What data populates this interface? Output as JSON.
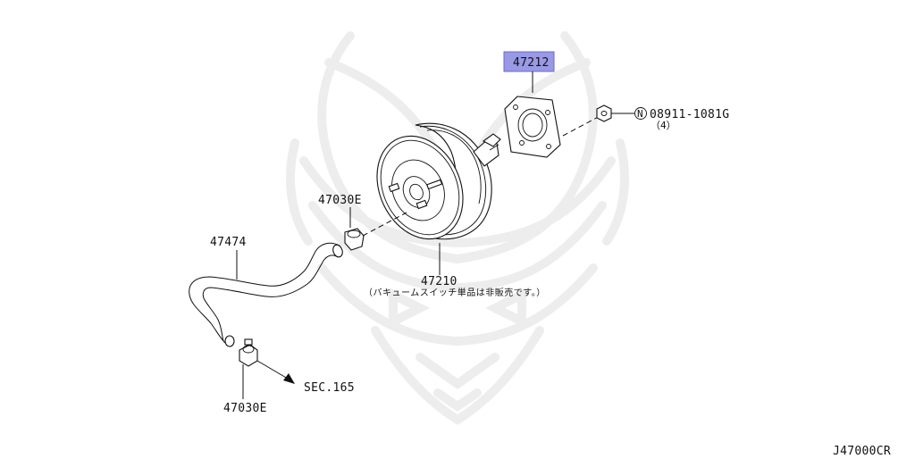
{
  "parts": {
    "highlighted": "47212",
    "booster": "47210",
    "booster_note": "（バキュームスイッチ単品は非販売です。）",
    "nut_symbol": "N",
    "nut_part": "08911-1081G",
    "nut_qty": "（4）",
    "clamp_upper": "47030E",
    "clamp_lower": "47030E",
    "hose": "47474",
    "section_ref": "SEC.165"
  },
  "diagram_code": "J47000CR",
  "colors": {
    "highlight_fill": "#9999e6",
    "highlight_border": "#6a6ad0",
    "line": "#111111",
    "watermark": "#ececec"
  }
}
